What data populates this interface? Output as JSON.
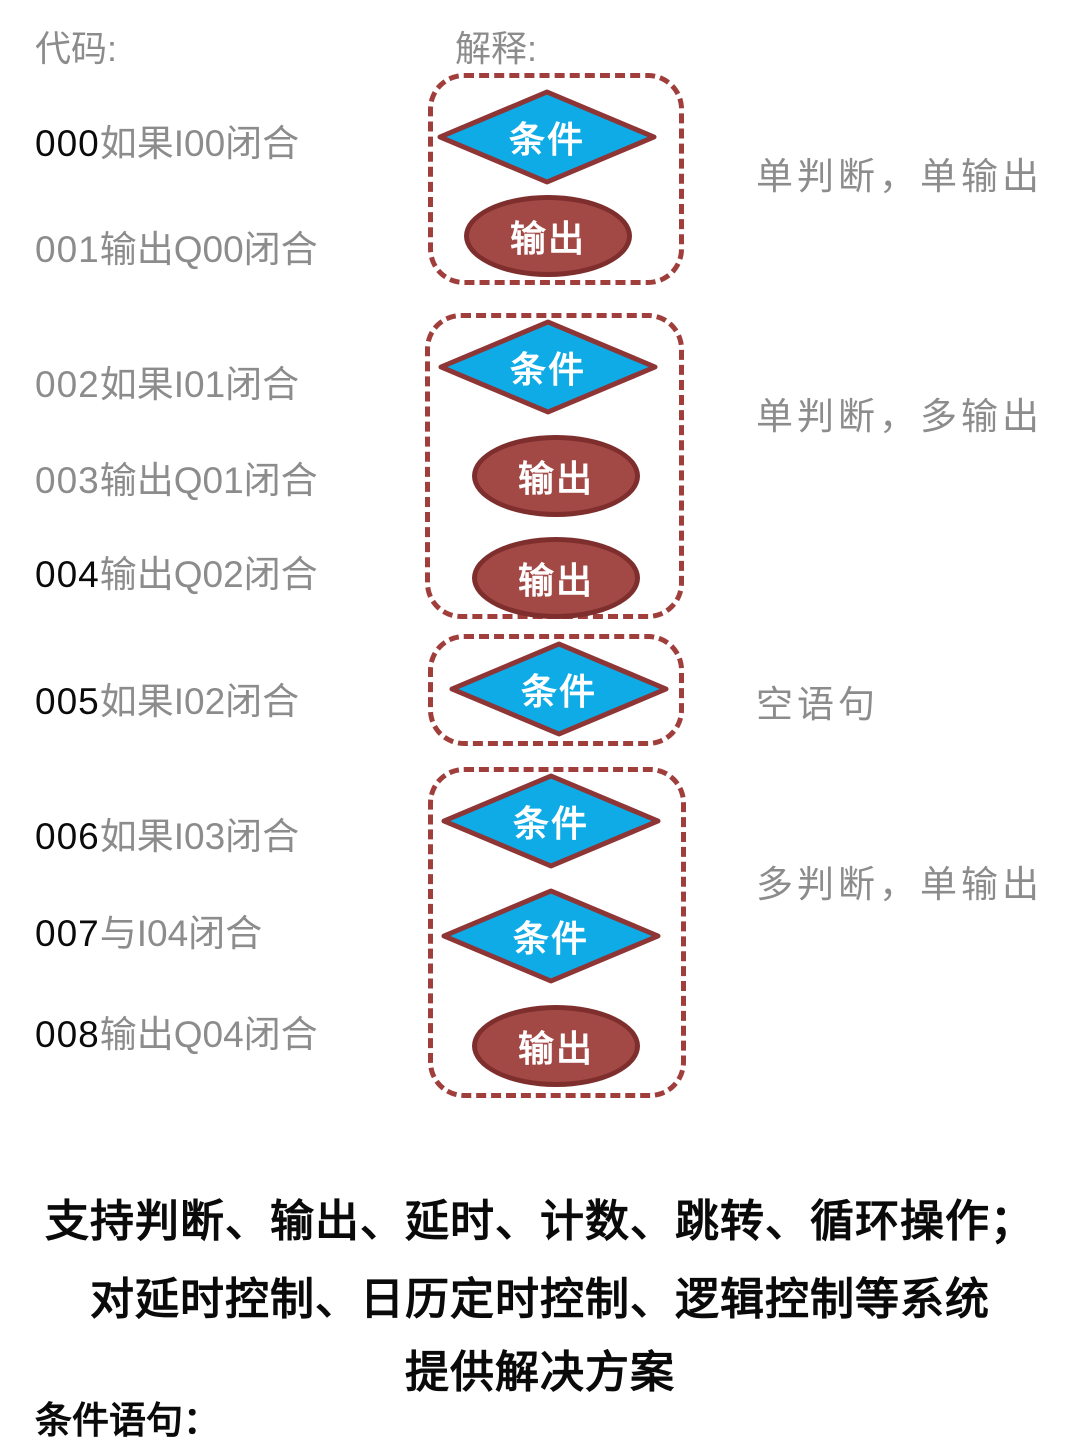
{
  "header": {
    "code_label": "代码:",
    "explain_label": "解释:"
  },
  "code_lines": [
    {
      "num": "000",
      "text": "如果I00闭合"
    },
    {
      "num": "001",
      "text": "输出Q00闭合"
    },
    {
      "num": "002",
      "text": "如果I01闭合"
    },
    {
      "num": "003",
      "text": "输出Q01闭合"
    },
    {
      "num": "004",
      "text": "输出Q02闭合"
    },
    {
      "num": "005",
      "text": "如果I02闭合"
    },
    {
      "num": "006",
      "text": "如果I03闭合"
    },
    {
      "num": "007",
      "text": "与I04闭合"
    },
    {
      "num": "008",
      "text": "输出Q04闭合"
    }
  ],
  "shapes": {
    "condition_label": "条件",
    "output_label": "输出"
  },
  "annotations": [
    "单判断，单输出",
    "单判断，多输出",
    "空语句",
    "多判断，单输出"
  ],
  "footer": {
    "lines": [
      "支持判断、输出、延时、计数、跳转、循环操作；",
      "对延时控制、日历定时控制、逻辑控制等系统",
      "提供解决方案"
    ],
    "section_title": "条件语句："
  },
  "colors": {
    "diamond_fill": "#0FABE6",
    "shape_stroke": "#8E3536",
    "ellipse_fill": "#A24845",
    "ellipse_stroke": "#7E2F2D",
    "dash_border": "#A03E3C",
    "text_gray": "#8C8C8C",
    "text_black": "#0A0A0A"
  }
}
